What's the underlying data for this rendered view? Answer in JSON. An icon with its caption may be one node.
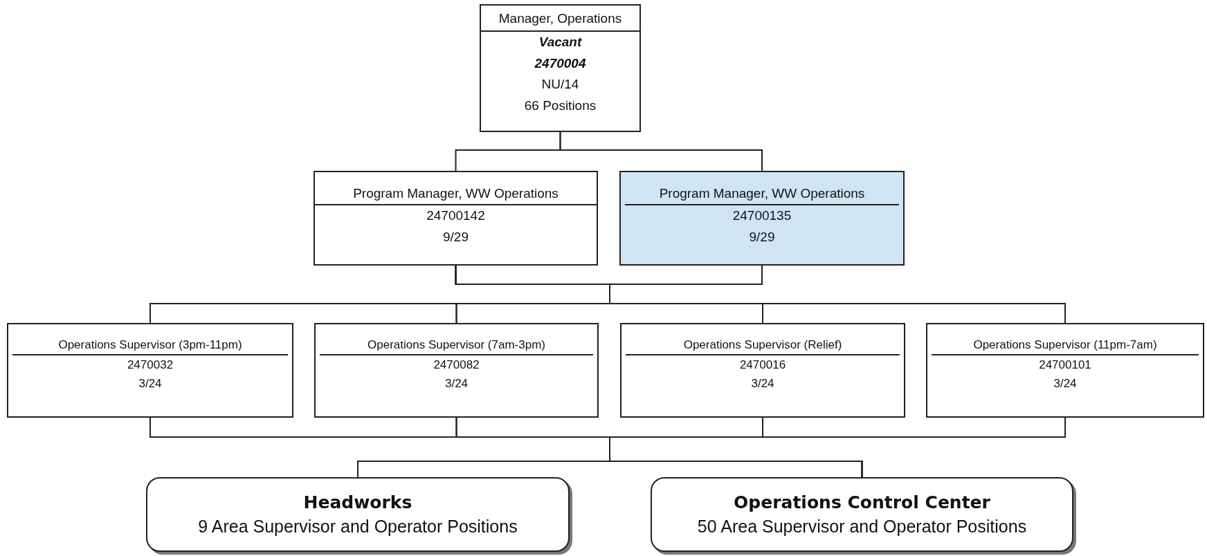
{
  "diagram": {
    "nodes": [
      {
        "text": [
          "Manager, Operations",
          "Vacant",
          "2470004",
          "NU/14",
          "66 Positions"
        ]
      },
      {
        "text": [
          "Program Manager, WW Operations",
          "24700142",
          "9/29"
        ]
      },
      {
        "text": [
          "Program Manager, WW Operations",
          "24700135",
          "9/29"
        ]
      },
      {
        "text": [
          "Operations Supervisor (3pm-11pm)",
          "2470032",
          "3/24"
        ]
      },
      {
        "text": [
          "Operations Supervisor (7am-3pm)",
          "2470082",
          "3/24"
        ]
      },
      {
        "text": [
          "Operations Supervisor (Relief)",
          "2470016",
          "3/24"
        ]
      },
      {
        "text": [
          "Operations Supervisor (11pm-7am)",
          "24700101",
          "3/24"
        ]
      },
      {
        "text": [
          "Headworks",
          "9 Area Supervisor and Operator Positions"
        ]
      },
      {
        "text": [
          "Operations Control Center",
          "50 Area Supervisor and Operator Positions"
        ]
      }
    ],
    "edges": [
      {
        "from": 0,
        "to": 1,
        "arrow": "none"
      },
      {
        "from": 0,
        "to": 2,
        "arrow": "none"
      },
      {
        "from": 1,
        "to": 3,
        "arrow": "none"
      },
      {
        "from": 1,
        "to": 4,
        "arrow": "none"
      },
      {
        "from": 1,
        "to": 5,
        "arrow": "none"
      },
      {
        "from": 1,
        "to": 6,
        "arrow": "none"
      },
      {
        "from": 2,
        "to": 3,
        "arrow": "none"
      },
      {
        "from": 2,
        "to": 4,
        "arrow": "none"
      },
      {
        "from": 2,
        "to": 5,
        "arrow": "none"
      },
      {
        "from": 2,
        "to": 6,
        "arrow": "none"
      },
      {
        "from": 3,
        "to": 7,
        "arrow": "none"
      },
      {
        "from": 3,
        "to": 8,
        "arrow": "none"
      },
      {
        "from": 4,
        "to": 7,
        "arrow": "none"
      },
      {
        "from": 4,
        "to": 8,
        "arrow": "none"
      },
      {
        "from": 5,
        "to": 7,
        "arrow": "none"
      },
      {
        "from": 5,
        "to": 8,
        "arrow": "none"
      },
      {
        "from": 6,
        "to": 7,
        "arrow": "none"
      },
      {
        "from": 6,
        "to": 8,
        "arrow": "none"
      }
    ]
  }
}
